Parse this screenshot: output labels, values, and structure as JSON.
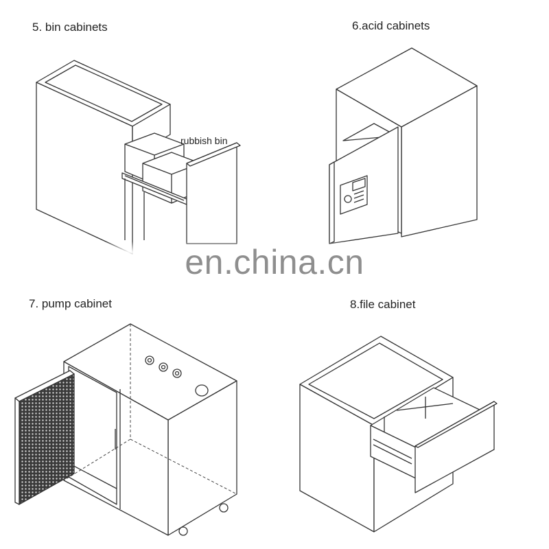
{
  "labels": {
    "bin_cabinets": "5. bin cabinets",
    "acid_cabinets": "6.acid cabinets",
    "pump_cabinet": "7. pump cabinet",
    "file_cabinet": "8.file cabinet",
    "rubbish_bin": "rubbish bin"
  },
  "watermark": "en.china.cn",
  "colors": {
    "line": "#333333",
    "background": "#ffffff",
    "watermark": "#8e8e8e"
  }
}
